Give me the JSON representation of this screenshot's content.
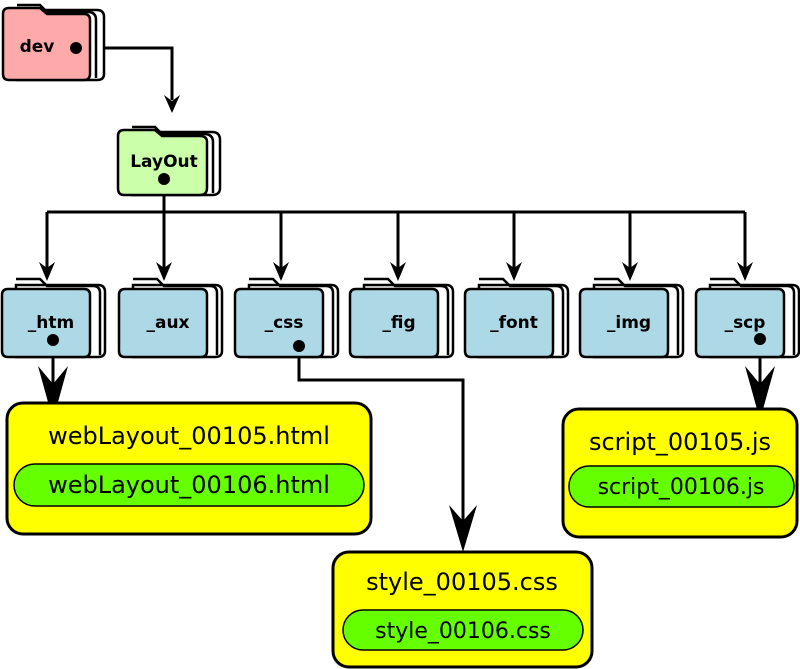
{
  "colors": {
    "root_folder": "#ffaaaa",
    "layout_folder": "#ccffaa",
    "sub_folder": "#add8e6",
    "file_box": "#ffff00",
    "file_pill": "#66ff00",
    "stroke": "#000000"
  },
  "folders": {
    "dev": "dev",
    "layout": "LayOut",
    "htm": "_htm",
    "aux": "_aux",
    "css": "_css",
    "fig": "_fig",
    "font": "_font",
    "img": "_img",
    "scp": "_scp"
  },
  "files": {
    "html": {
      "primary": "webLayout_00105.html",
      "secondary": "webLayout_00106.html"
    },
    "css": {
      "primary": "style_00105.css",
      "secondary": "style_00106.css"
    },
    "js": {
      "primary": "script_00105.js",
      "secondary": "script_00106.js"
    }
  }
}
